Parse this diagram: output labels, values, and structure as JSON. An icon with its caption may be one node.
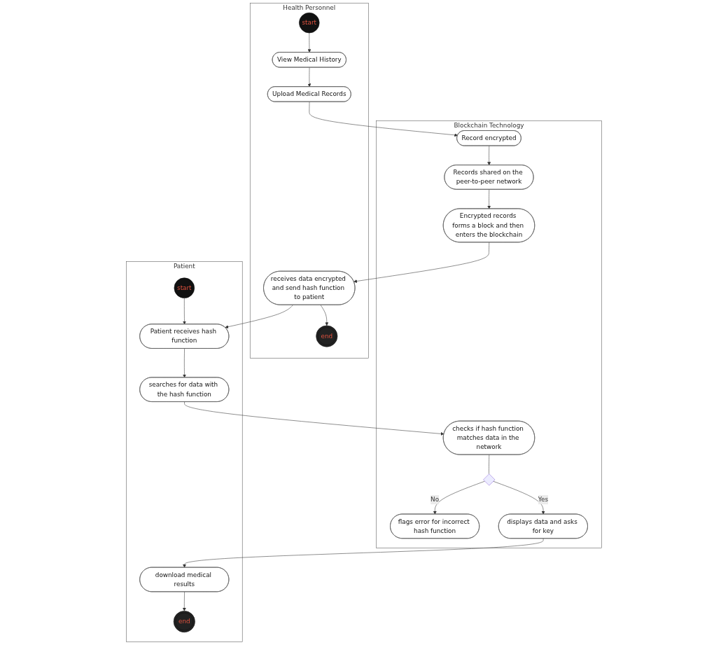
{
  "diagram": {
    "nodes": [
      {
        "text": [
          "Health Personnel"
        ]
      },
      {
        "text": [
          "start"
        ],
        "in": 0
      },
      {
        "text": [
          "View Medical History"
        ],
        "in": 0
      },
      {
        "text": [
          "Upload Medical Records"
        ],
        "in": 0
      },
      {
        "text": [
          "receives data encrypted and send hash function to patient"
        ],
        "in": 0
      },
      {
        "text": [
          "end"
        ],
        "in": 0
      },
      {
        "text": [
          "Blockchain Technology"
        ]
      },
      {
        "text": [
          "Record encrypted"
        ],
        "in": 6
      },
      {
        "text": [
          "Records shared on the peer-to-peer network"
        ],
        "in": 6
      },
      {
        "text": [
          "Encrypted records forms a block and then enters the blockchain"
        ],
        "in": 6
      },
      {
        "text": [
          "checks if hash function matches data in the network"
        ],
        "in": 6
      },
      {
        "text": [],
        "shape": "diamond",
        "in": 6
      },
      {
        "text": [
          "flags error for incorrect hash function"
        ],
        "in": 6
      },
      {
        "text": [
          "displays data and asks for key"
        ],
        "in": 6
      },
      {
        "text": [
          "Patient"
        ]
      },
      {
        "text": [
          "start"
        ],
        "in": 14
      },
      {
        "text": [
          "Patient receives hash function"
        ],
        "in": 14
      },
      {
        "text": [
          "searches for data with the hash function"
        ],
        "in": 14
      },
      {
        "text": [
          "download medical results"
        ],
        "in": 14
      },
      {
        "text": [
          "end"
        ],
        "in": 14
      }
    ],
    "edges": [
      {
        "from": 1,
        "to": 2,
        "arrow": "to"
      },
      {
        "from": 2,
        "to": 3,
        "arrow": "to"
      },
      {
        "from": 3,
        "to": 7,
        "arrow": "to"
      },
      {
        "from": 7,
        "to": 8,
        "arrow": "to"
      },
      {
        "from": 8,
        "to": 9,
        "arrow": "to"
      },
      {
        "from": 9,
        "to": 4,
        "arrow": "to"
      },
      {
        "from": 4,
        "to": 16,
        "arrow": "to"
      },
      {
        "from": 4,
        "to": 5,
        "arrow": "to"
      },
      {
        "from": 15,
        "to": 16,
        "arrow": "to"
      },
      {
        "from": 16,
        "to": 17,
        "arrow": "to"
      },
      {
        "from": 17,
        "to": 10,
        "arrow": "to"
      },
      {
        "from": 10,
        "to": 11,
        "arrow": "none"
      },
      {
        "from": 11,
        "to": 12,
        "label": "No",
        "arrow": "to"
      },
      {
        "from": 11,
        "to": 13,
        "label": "Yes",
        "arrow": "to"
      },
      {
        "from": 13,
        "to": 18,
        "arrow": "to"
      },
      {
        "from": 18,
        "to": 19,
        "arrow": "to"
      }
    ]
  }
}
